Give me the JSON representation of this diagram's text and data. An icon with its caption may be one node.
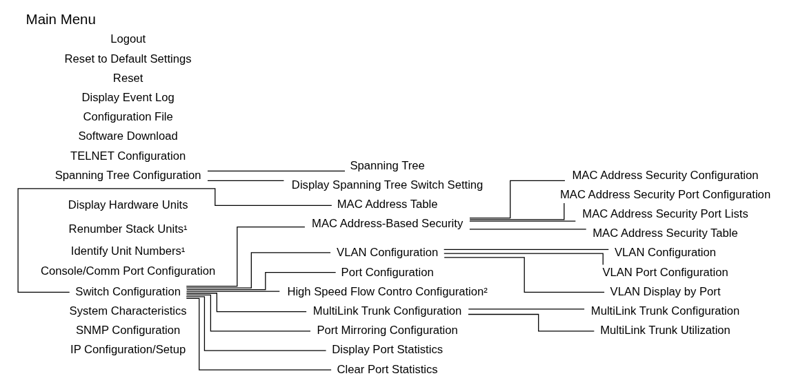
{
  "diagram": {
    "title": "Main Menu",
    "nodes": [
      {
        "text": [
          "IP Configuration/Setup"
        ]
      },
      {
        "text": [
          "SNMP Configuration"
        ]
      },
      {
        "text": [
          "System Characteristics"
        ]
      },
      {
        "text": [
          "Switch Configuration"
        ]
      },
      {
        "text": [
          "Console/Comm Port Configuration"
        ]
      },
      {
        "text": [
          "Identify Unit Numbers¹"
        ]
      },
      {
        "text": [
          "Renumber Stack Units¹"
        ]
      },
      {
        "text": [
          "Display Hardware Units"
        ]
      },
      {
        "text": [
          "Spanning Tree Configuration"
        ]
      },
      {
        "text": [
          "TELNET Configuration"
        ]
      },
      {
        "text": [
          "Software Download"
        ]
      },
      {
        "text": [
          "Configuration File"
        ]
      },
      {
        "text": [
          "Display Event Log"
        ]
      },
      {
        "text": [
          "Reset"
        ]
      },
      {
        "text": [
          "Reset to Default Settings"
        ]
      },
      {
        "text": [
          "Logout"
        ]
      },
      {
        "text": [
          "MAC Address Table"
        ]
      },
      {
        "text": [
          "MAC Address-Based Security"
        ]
      },
      {
        "text": [
          "VLAN Configuration"
        ]
      },
      {
        "text": [
          "Port Configuration"
        ]
      },
      {
        "text": [
          "High Speed Flow Contro Configuration²"
        ]
      },
      {
        "text": [
          "MultiLink Trunk Configuration"
        ]
      },
      {
        "text": [
          "Port Mirroring Configuration"
        ]
      },
      {
        "text": [
          "Display Port Statistics"
        ]
      },
      {
        "text": [
          "Clear Port Statistics"
        ]
      },
      {
        "text": [
          "MAC Address Security Configuration"
        ]
      },
      {
        "text": [
          "MAC Address Security Port Configuration"
        ]
      },
      {
        "text": [
          "MAC Address Security Port Lists"
        ]
      },
      {
        "text": [
          "MAC Address Security Table"
        ]
      },
      {
        "text": [
          "VLAN Configuration"
        ]
      },
      {
        "text": [
          "VLAN Port Configuration"
        ]
      },
      {
        "text": [
          "VLAN Display by Port"
        ]
      },
      {
        "text": [
          "MultiLink Trunk Configuration"
        ]
      },
      {
        "text": [
          "MultiLink Trunk Utilization"
        ]
      },
      {
        "text": [
          "Spanning Tree"
        ]
      },
      {
        "text": [
          "Display Spanning Tree Switch Setting"
        ]
      }
    ],
    "edges": [
      {
        "from": 3,
        "to": 16,
        "arrow": "none"
      },
      {
        "from": 3,
        "to": 17,
        "arrow": "none"
      },
      {
        "from": 3,
        "to": 18,
        "arrow": "none"
      },
      {
        "from": 3,
        "to": 19,
        "arrow": "none"
      },
      {
        "from": 3,
        "to": 20,
        "arrow": "none"
      },
      {
        "from": 3,
        "to": 21,
        "arrow": "none"
      },
      {
        "from": 3,
        "to": 22,
        "arrow": "none"
      },
      {
        "from": 3,
        "to": 23,
        "arrow": "none"
      },
      {
        "from": 3,
        "to": 24,
        "arrow": "none"
      },
      {
        "from": 17,
        "to": 25,
        "arrow": "none"
      },
      {
        "from": 17,
        "to": 26,
        "arrow": "none"
      },
      {
        "from": 17,
        "to": 27,
        "arrow": "none"
      },
      {
        "from": 17,
        "to": 28,
        "arrow": "none"
      },
      {
        "from": 18,
        "to": 29,
        "arrow": "none"
      },
      {
        "from": 18,
        "to": 30,
        "arrow": "none"
      },
      {
        "from": 18,
        "to": 31,
        "arrow": "none"
      },
      {
        "from": 21,
        "to": 32,
        "arrow": "none"
      },
      {
        "from": 21,
        "to": 33,
        "arrow": "none"
      },
      {
        "from": 8,
        "to": 34,
        "arrow": "none"
      },
      {
        "from": 8,
        "to": 35,
        "arrow": "none"
      }
    ]
  }
}
